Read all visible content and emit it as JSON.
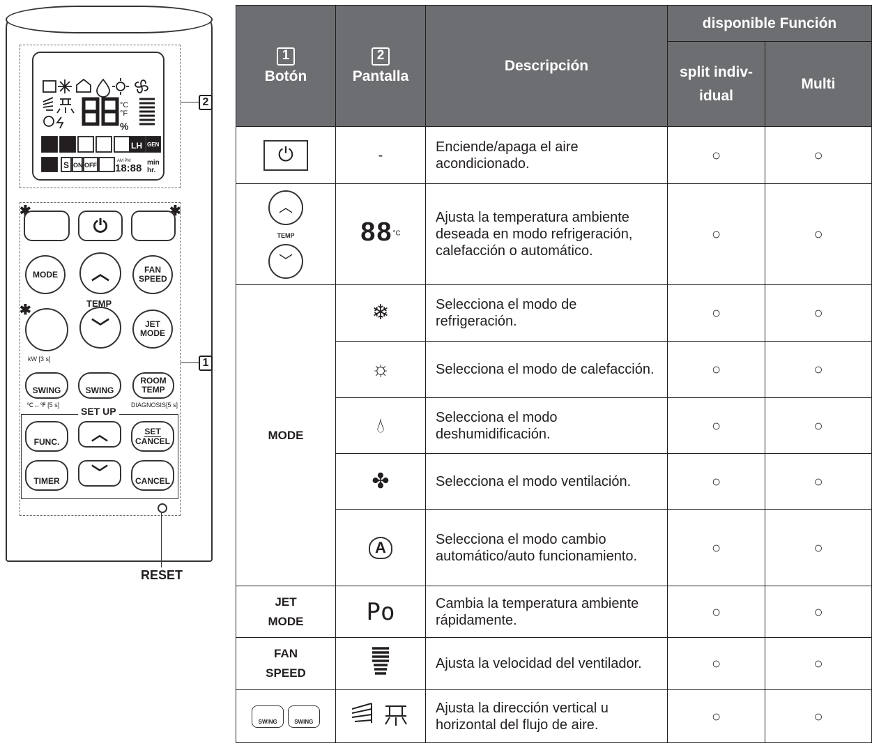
{
  "remote": {
    "buttons": {
      "mode": "MODE",
      "fan_speed": "FAN SPEED",
      "temp": "TEMP",
      "jet_mode": "JET MODE",
      "kw_note": "kW [3 s]",
      "swing_v": "SWING",
      "swing_h": "SWING",
      "room_temp": "ROOM TEMP",
      "temp_unit_note": "℃↔℉ [5 s]",
      "diagnosis_note": "DIAGNOSIS[5 s]",
      "setup": "SET UP",
      "func": "FUNC.",
      "set_cancel_top": "SET",
      "set_cancel_bottom": "CANCEL",
      "timer": "TIMER",
      "cancel": "CANCEL"
    },
    "lcd": {
      "digits": "88",
      "units": "°C °F",
      "percent": "%",
      "row_icons": [
        "LH",
        "GEN"
      ],
      "bottom": [
        "S",
        "ON",
        "OFF"
      ],
      "ampm": "AM PM",
      "time": "18:88",
      "min": "min",
      "hr": "hr."
    },
    "callouts": {
      "display": "2",
      "buttons": "1"
    },
    "reset": "RESET"
  },
  "table": {
    "headers": {
      "num1": "1",
      "col1": "Botón",
      "num2": "2",
      "col2": "Pantalla",
      "col3": "Descripción",
      "group": "disponible Función",
      "col4": "split indiv- idual",
      "col5": "Multi"
    },
    "rows": [
      {
        "button": "",
        "display": "-",
        "desc": "Enciende/apaga el aire acondicionado.",
        "split": "○",
        "multi": "○"
      },
      {
        "button": "TEMP",
        "display": "88",
        "desc": "Ajusta la temperatura ambiente deseada en modo refrigeración, calefacción o automático.",
        "split": "○",
        "multi": "○"
      },
      {
        "button": "MODE",
        "display": "",
        "desc": "Selecciona el modo de refrigeración.",
        "split": "○",
        "multi": "○"
      },
      {
        "display": "",
        "desc": "Selecciona el modo de calefacción.",
        "split": "○",
        "multi": "○"
      },
      {
        "display": "",
        "desc": "Selecciona el modo deshumidificación.",
        "split": "○",
        "multi": "○"
      },
      {
        "display": "",
        "desc": "Selecciona el modo ventilación.",
        "split": "○",
        "multi": "○"
      },
      {
        "display": "A",
        "desc": "Selecciona el modo cambio automático/auto funcionamiento.",
        "split": "○",
        "multi": "○"
      },
      {
        "button1": "JET",
        "button2": "MODE",
        "display": "Po",
        "desc": "Cambia la temperatura ambiente rápidamente.",
        "split": "○",
        "multi": "○"
      },
      {
        "button1": "FAN",
        "button2": "SPEED",
        "display": "",
        "desc": "Ajusta la velocidad del ventilador.",
        "split": "○",
        "multi": "○"
      },
      {
        "button": "SWING",
        "display": "",
        "desc": "Ajusta la dirección vertical u horizontal del flujo de aire.",
        "split": "○",
        "multi": "○"
      }
    ]
  }
}
